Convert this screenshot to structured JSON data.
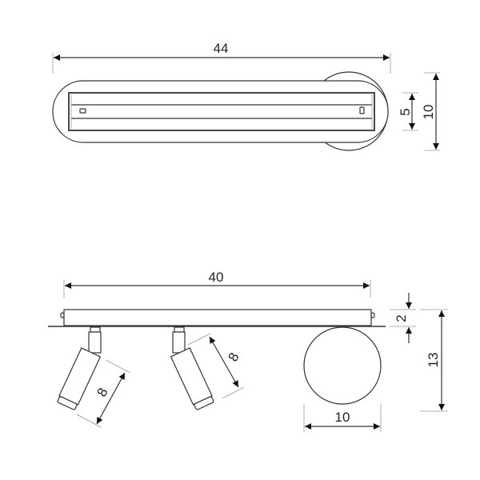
{
  "top_view": {
    "width_label": "44",
    "inner_height_label": "5",
    "outer_height_label": "10"
  },
  "side_view": {
    "length_label": "40",
    "bar_height_label": "2",
    "total_height_label": "13",
    "spot1_length_label": "8",
    "spot2_length_label": "8",
    "shade_diameter_label": "10"
  },
  "colors": {
    "line": "#333333",
    "background": "#ffffff"
  }
}
